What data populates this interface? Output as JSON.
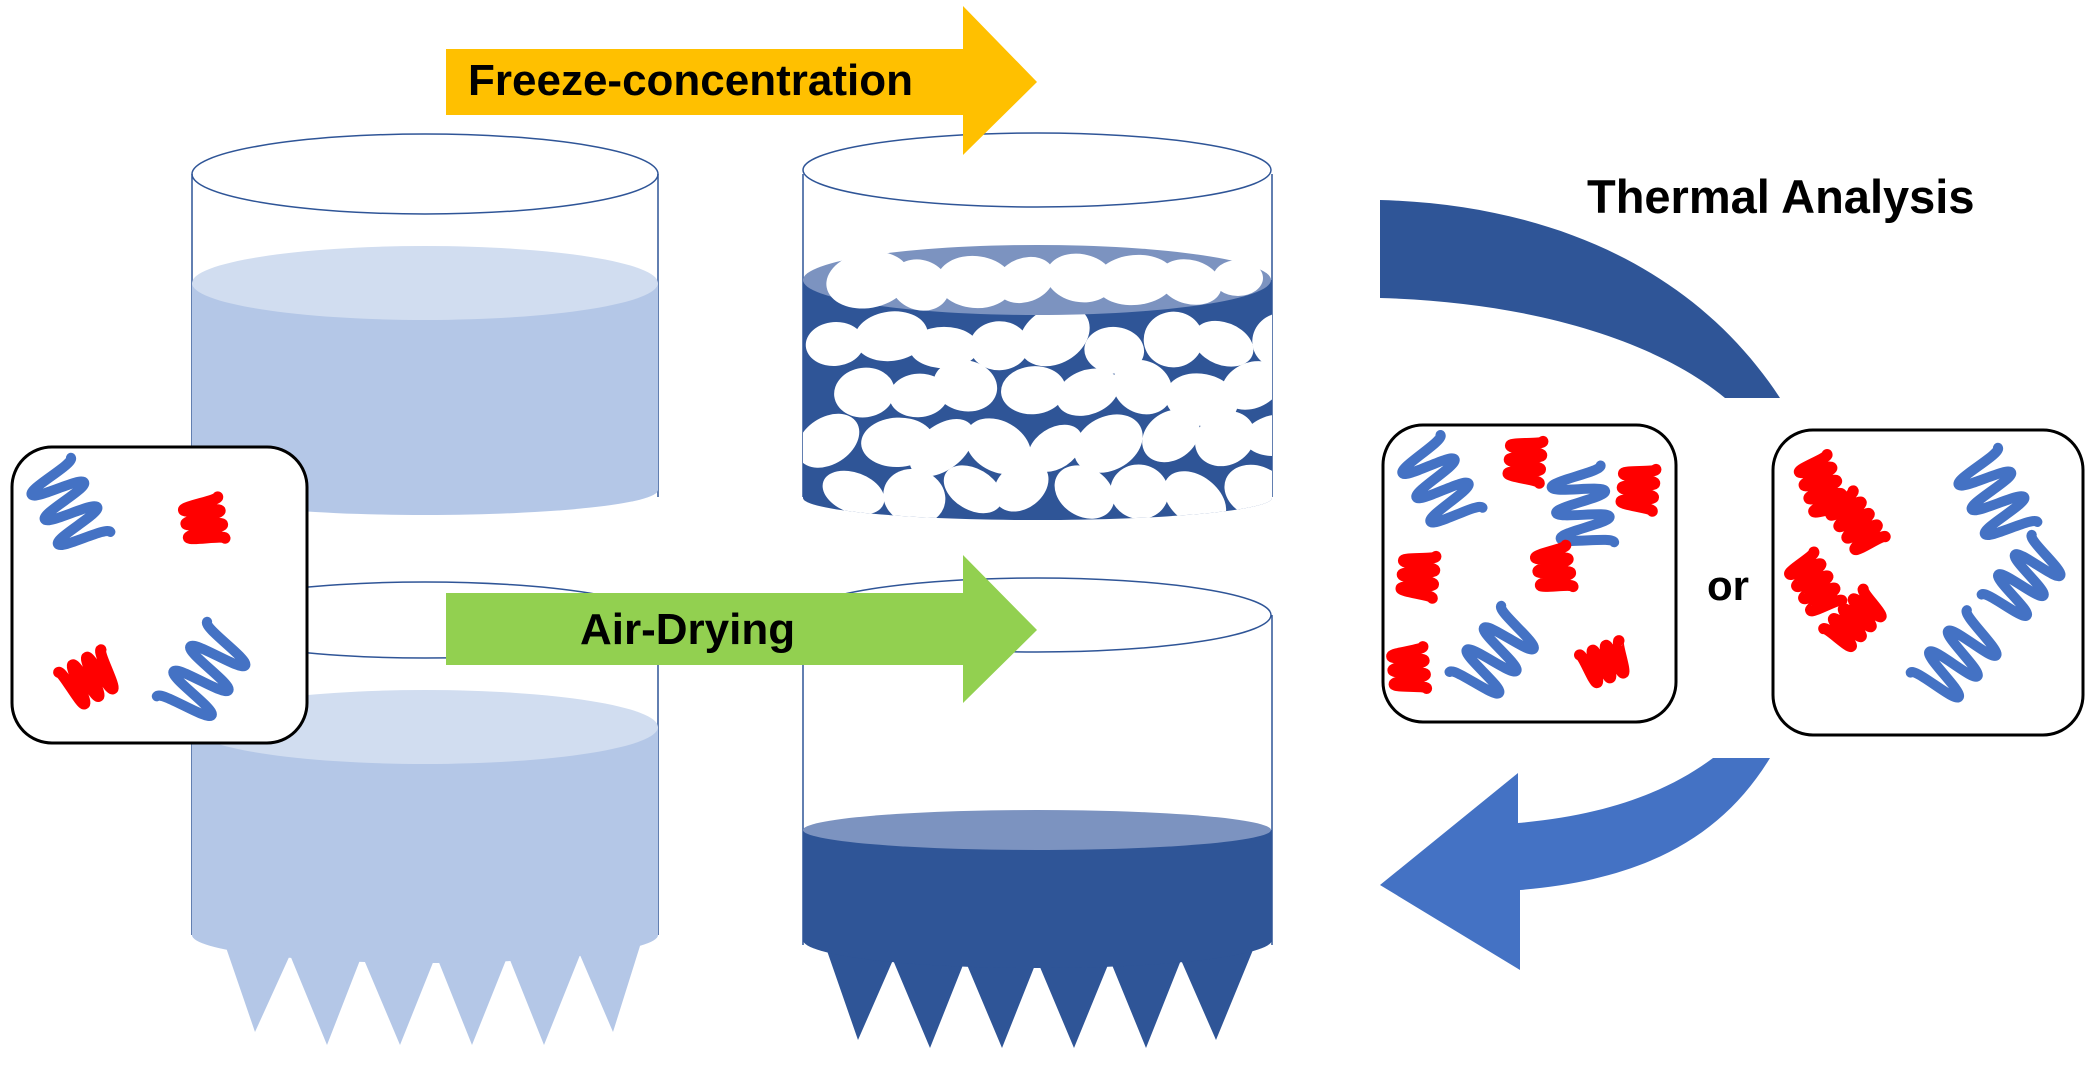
{
  "arrows": {
    "freeze": {
      "label": "Freeze-concentration",
      "color": "#FFC000"
    },
    "air": {
      "label": "Air-Drying",
      "color": "#92D050"
    },
    "thermal": {
      "label": "Thermal Analysis",
      "color": "#2F5597",
      "return_color": "#4472C4"
    }
  },
  "or_label": "or",
  "colors": {
    "solution_light": "#B4C7E7",
    "solution_light_top": "#D1DDF0",
    "solution_dark": "#2F5597",
    "solution_dark_top": "#7C93C0",
    "ice": "#FFFFFF",
    "beaker_outline": "#2F5597",
    "chain_blue": "#4472C4",
    "chain_red": "#FF0000",
    "box_border": "#000000"
  },
  "icons": {
    "vessels": "beaker-icon",
    "ice": "ice-crystal-icon",
    "blue_chain": "blue-polymer-chain-icon",
    "red_chain": "red-polymer-chain-icon"
  }
}
